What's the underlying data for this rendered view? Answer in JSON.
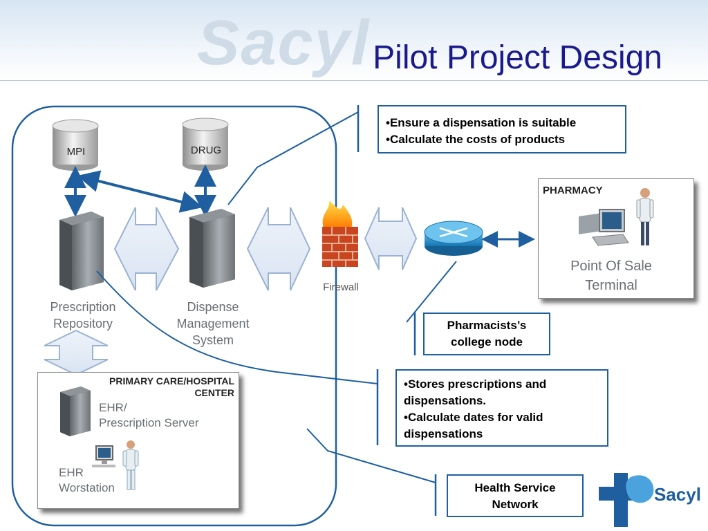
{
  "slide": {
    "title": "Pilot Project Design",
    "watermark": "Sacyl"
  },
  "nodes": {
    "mpi": "MPI",
    "drug": "DRUG",
    "prescription_repository": [
      "Prescription",
      "Repository"
    ],
    "dispense_management": [
      "Dispense",
      "Management",
      "System"
    ],
    "firewall": "Firewall"
  },
  "callouts": {
    "dispensation": [
      "•Ensure a dispensation is suitable",
      "•Calculate the costs of products"
    ],
    "college_node": [
      "Pharmacists’s",
      "college node"
    ],
    "repository": [
      "•Stores prescriptions and",
      "dispensations.",
      "•Calculate dates for valid",
      "dispensations"
    ],
    "health_network": [
      "Health Service",
      "Network"
    ]
  },
  "pharmacy": {
    "title": "PHARMACY",
    "terminal": [
      "Point Of Sale",
      "Terminal"
    ]
  },
  "primary_care": {
    "title": [
      "PRIMARY CARE/HOSPITAL",
      "CENTER"
    ],
    "server": [
      "EHR/",
      "Prescription Server"
    ],
    "workstation": [
      "EHR",
      "Worstation"
    ]
  },
  "logo": {
    "text": "Sacyl"
  },
  "colors": {
    "title": "#1a1a8c",
    "arrow": "#1f5fa0",
    "border": "#1f5fa0",
    "logo": "#1f5fa0"
  }
}
